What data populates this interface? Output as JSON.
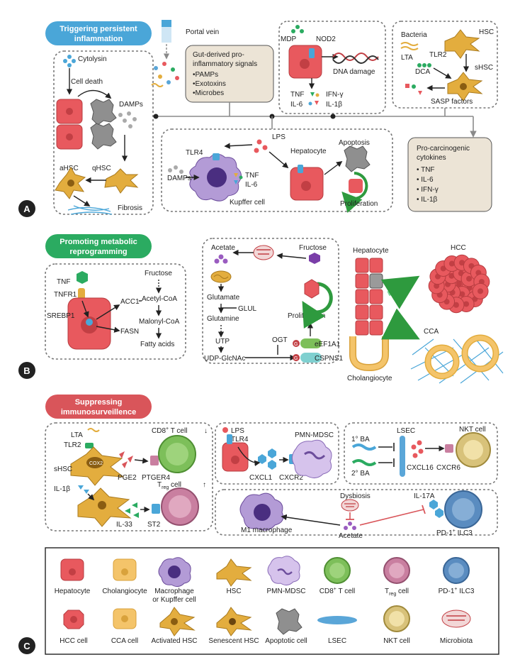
{
  "panels": {
    "A": {
      "letter": "A",
      "header": [
        "Triggering persistent",
        "inflammation"
      ],
      "portal_vein": "Portal vein",
      "gut_signals_title": [
        "Gut-derived pro-",
        "inflammatory signals"
      ],
      "gut_signals": [
        "•PAMPs",
        "•Exotoxins",
        "•Microbes"
      ],
      "cytolysin": "Cytolysin",
      "cell_death": "Cell death",
      "damps": "DAMPs",
      "qhsc": "qHSC",
      "ahsc": "aHSC",
      "fibrosis": "Fibrosis",
      "mdp": "MDP",
      "nod2": "NOD2",
      "dna_damage": "DNA damage",
      "tnf": "TNF",
      "il6": "IL-6",
      "ifng": "IFN-γ",
      "il1b": "IL-1β",
      "bacteria": "Bacteria",
      "lta": "LTA",
      "tlr2": "TLR2",
      "hsc": "HSC",
      "dca": "DCA",
      "shsc": "sHSC",
      "sasp": "SASP factors",
      "lps": "LPS",
      "tlr4": "TLR4",
      "damps2": "DAMPs",
      "kupffer": "Kupffer cell",
      "tnf2": "TNF",
      "il6_2": "IL-6",
      "hepatocyte": "Hepatocyte",
      "apoptosis": "Apoptosis",
      "proliferation": "Proliferation",
      "cytokines_title": [
        "Pro-carcinogenic",
        "cytokines"
      ],
      "cytokines": [
        "• TNF",
        "• IL-6",
        "• IFN-γ",
        "• IL-1β"
      ]
    },
    "B": {
      "letter": "B",
      "header": [
        "Promoting metabolic",
        "reprogramming"
      ],
      "tnf": "TNF",
      "tnfr1": "TNFR1",
      "srebp1": "SREBP1",
      "acc1": "ACC1",
      "fasn": "FASN",
      "fructose": "Fructose",
      "acetyl_coa": "Acetyl-CoA",
      "malonyl_coa": "Malonyl-CoA",
      "fatty_acids": "Fatty acids",
      "acetate": "Acetate",
      "fructose2": "Fructose",
      "glutamate": "Glutamate",
      "glul": "GLUL",
      "glutamine": "Glutamine",
      "utp": "UTP",
      "udp": "UDP-GlcNAc",
      "ogt": "OGT",
      "proliferation": "Proliferation",
      "eef1a1": "eEF1A1",
      "cspns1": "CSPNS1",
      "g": "G",
      "hepatocyte": "Hepatocyte",
      "cholangiocyte": "Cholangiocyte",
      "hcc": "HCC",
      "cca": "CCA"
    },
    "C": {
      "letter": "C",
      "header": [
        "Suppressing",
        "immunosurveillence"
      ],
      "lta": "LTA",
      "tlr2": "TLR2",
      "shsc": "sHSC",
      "cox2": "COX2",
      "pge2": "PGE2",
      "ptger4": "PTGER4",
      "cd8": "CD8",
      "cd8_sup": "+",
      "cd8_rest": " T cell",
      "down": "↓",
      "il1b": "IL-1β",
      "il33": "IL-33",
      "st2": "ST2",
      "treg": "T",
      "treg_sub": "reg",
      "treg_rest": " cell",
      "up": "↑",
      "lps": "LPS",
      "tlr4": "TLR4",
      "cxcl1": "CXCL1",
      "cxcr2": "CXCR2",
      "pmn": "PMN-MDSC",
      "ba1": "1° BA",
      "ba2": "2° BA",
      "lsec": "LSEC",
      "cxcl16": "CXCL16",
      "cxcr6": "CXCR6",
      "nkt": "NKT cell",
      "dysbiosis": "Dysbiosis",
      "il17a": "IL-17A",
      "m1": "M1 macrophage",
      "acetate": "Acetate",
      "pd1": "PD-1",
      "pd1_sup": "+",
      "pd1_rest": " ILC3"
    }
  },
  "legend": {
    "row1": [
      "Hepatocyte",
      "Cholangiocyte",
      "Macrophage",
      "HSC",
      "PMN-MDSC",
      "CD8",
      "T",
      "PD-1"
    ],
    "row1_extra": {
      "macrophage2": "or Kupffer cell",
      "cd8_sup": "+",
      "cd8_rest": " T cell",
      "treg_sub": "reg",
      "treg_rest": " cell",
      "pd1_sup": "+",
      "pd1_rest": " ILC3"
    },
    "row2": [
      "HCC cell",
      "CCA cell",
      "Activated HSC",
      "Senescent HSC",
      "Apoptotic cell",
      "LSEC",
      "NKT cell",
      "Microbiota"
    ]
  },
  "colors": {
    "panel_a": "#4aa6d8",
    "panel_b": "#2bab61",
    "panel_c": "#d9555a",
    "hepatocyte": "#e8595e",
    "cholangiocyte": "#f4c46a",
    "hsc": "#e3ad3e",
    "kupffer": "#7a5bb0",
    "pmn": "#b39bd6",
    "cd8": "#7dbf5a",
    "treg": "#c97fa0",
    "ilc3": "#5a8cc0",
    "lsec": "#5aa6d8",
    "nkt": "#d8c27a",
    "gray": "#8a8a8a"
  }
}
